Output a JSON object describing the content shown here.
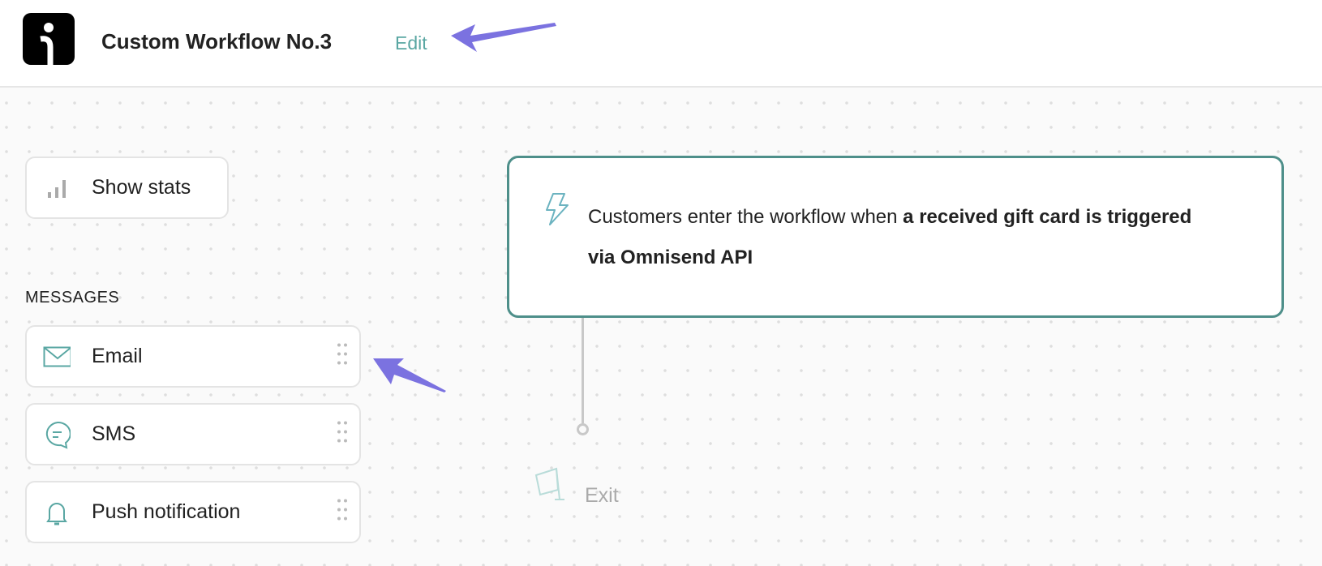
{
  "header": {
    "title": "Custom Workflow No.3",
    "edit_label": "Edit",
    "logo": "i-logo"
  },
  "sidebar": {
    "show_stats_label": "Show stats",
    "section_title": "MESSAGES",
    "items": [
      {
        "label": "Email",
        "icon": "envelope-icon"
      },
      {
        "label": "SMS",
        "icon": "chat-bubble-icon"
      },
      {
        "label": "Push notification",
        "icon": "bell-icon"
      }
    ]
  },
  "trigger": {
    "text_prefix": "Customers enter the workflow when ",
    "text_bold": "a received gift card is triggered via Omnisend API",
    "icon": "lightning-icon"
  },
  "exit_label": "Exit",
  "colors": {
    "accent": "#5aa7a3",
    "card_border": "#4e8f8a",
    "annotation_arrow": "#7b72e0"
  }
}
